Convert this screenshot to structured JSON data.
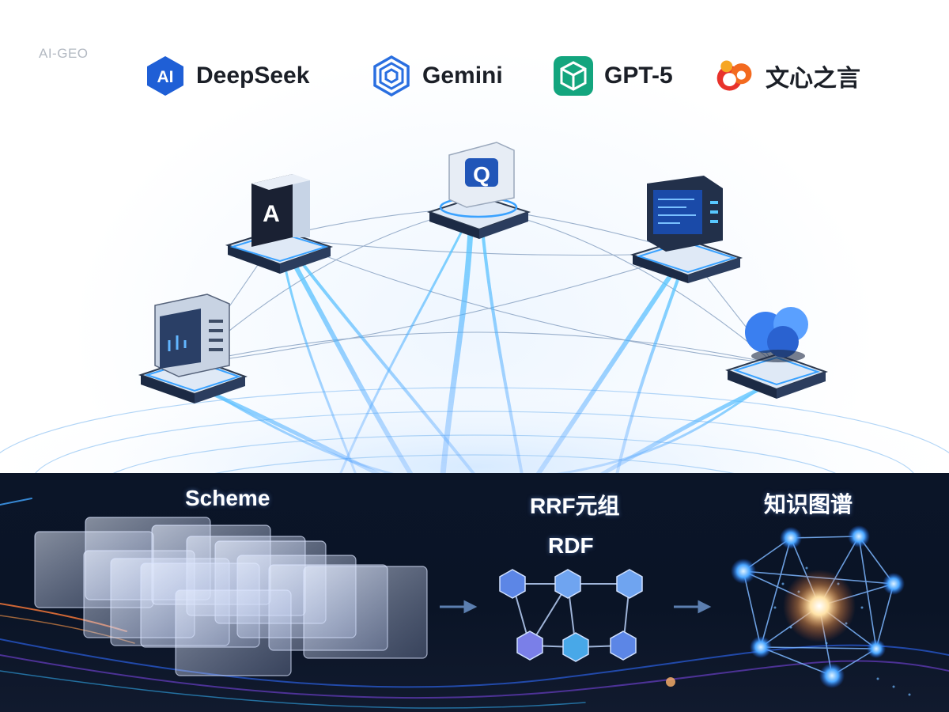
{
  "corner_label": "AI-GEO",
  "brands": [
    {
      "name": "DeepSeek",
      "icon": "ai-badge-icon",
      "badge_text": "AI"
    },
    {
      "name": "Gemini",
      "icon": "hexagon-spiral-icon"
    },
    {
      "name": "GPT-5",
      "icon": "green-cube-icon"
    },
    {
      "name": "文心之言",
      "icon": "red-cloud-icon"
    }
  ],
  "nodes": [
    {
      "id": "node-a",
      "glyph": "A",
      "icon": "letter-a-terminal-icon"
    },
    {
      "id": "node-q",
      "glyph": "Q",
      "icon": "search-q-terminal-icon"
    },
    {
      "id": "node-screen",
      "icon": "monitor-terminal-icon"
    },
    {
      "id": "node-server",
      "icon": "server-terminal-icon"
    },
    {
      "id": "node-cloud",
      "icon": "cloud-terminal-icon"
    }
  ],
  "pipeline": {
    "scheme_label": "Scheme",
    "triple_label": "RRF元组",
    "rdf_label": "RDF",
    "graph_label": "知识图谱"
  },
  "colors": {
    "accent_blue": "#2f8bff",
    "glow_cyan": "#58c8ff",
    "dark_bg": "#0b1528",
    "deepseek_blue": "#1f5fd6",
    "gpt_green": "#13a57e",
    "wenxin_red": "#e8322b"
  }
}
